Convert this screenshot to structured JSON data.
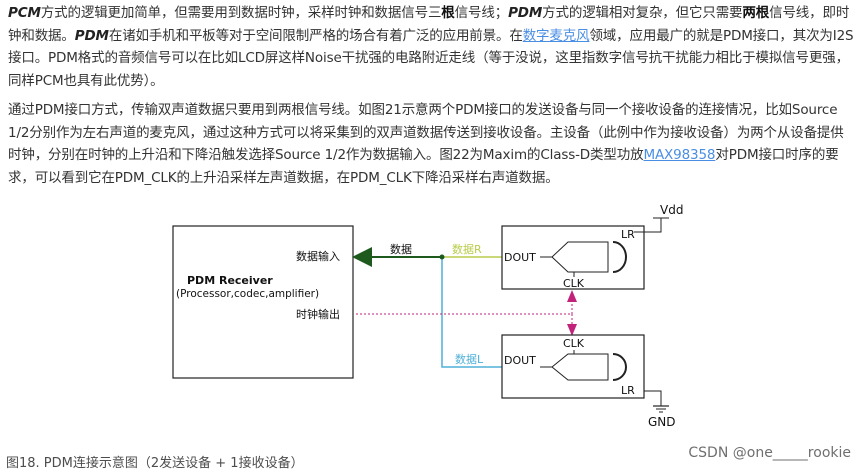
{
  "paragraph1": {
    "s1_em": "PCM",
    "s1a": "方式的逻辑更加简单，但需要用到数据时钟，采样时钟和数据信号三",
    "s1_bold": "根",
    "s1b": "信号线；",
    "s2_em": "PDM",
    "s2a": "方式的逻辑相对复杂，但它只需要",
    "s2_bold": "两根",
    "s2b": "信号线，即时钟和数据。",
    "s3_em": "PDM",
    "s3a": "在诸如手机和平板等对于空间限制严格的场合有着广泛的应用前景。在",
    "link1": "数字麦克风",
    "s3b": "领域，应用最广的就是PDM接口，其次为I2S接口。PDM格式的音频信号可以在比如LCD屏这样Noise干扰强的电路附近走线（等于没说，这里指数字信号抗干扰能力相比于模拟信号更强，同样PCM也具有此优势）。"
  },
  "paragraph2": {
    "text_a": "通过PDM接口方式，传输双声道数据只要用到两根信号线。如图21示意两个PDM接口的发送设备与同一个接收设备的连接情况，比如Source 1/2分别作为左右声道的麦克风，通过这种方式可以将采集到的双声道数据传送到接收设备。主设备（此例中作为接收设备）为两个从设备提供时钟，分别在时钟的上升沿和下降沿触发选择Source 1/2作为数据输入。图22为Maxim的Class-D类型功放",
    "link": "MAX98358",
    "text_b": "对PDM接口时序的要求，可以看到它在PDM_CLK的上升沿采样左声道数据，在PDM_CLK下降沿采样右声道数据。"
  },
  "diagram": {
    "receiver_title": "PDM Receiver",
    "receiver_subtitle": "(Processor,codec,amplifier)",
    "data_in": "数据输入",
    "clock_out": "时钟输出",
    "data": "数据",
    "data_r": "数据R",
    "data_l": "数据L",
    "dout": "DOUT",
    "clk": "CLK",
    "lr": "LR",
    "vdd": "Vdd",
    "gnd": "GND",
    "colors": {
      "data_line": "#1e5a1e",
      "data_r_line": "#b9cc4a",
      "data_l_line": "#4fb0d8",
      "clock_line": "#c2227a"
    }
  },
  "caption": "图18. PDM连接示意图（2发送设备 + 1接收设备）",
  "watermark": "CSDN @one_____rookie"
}
